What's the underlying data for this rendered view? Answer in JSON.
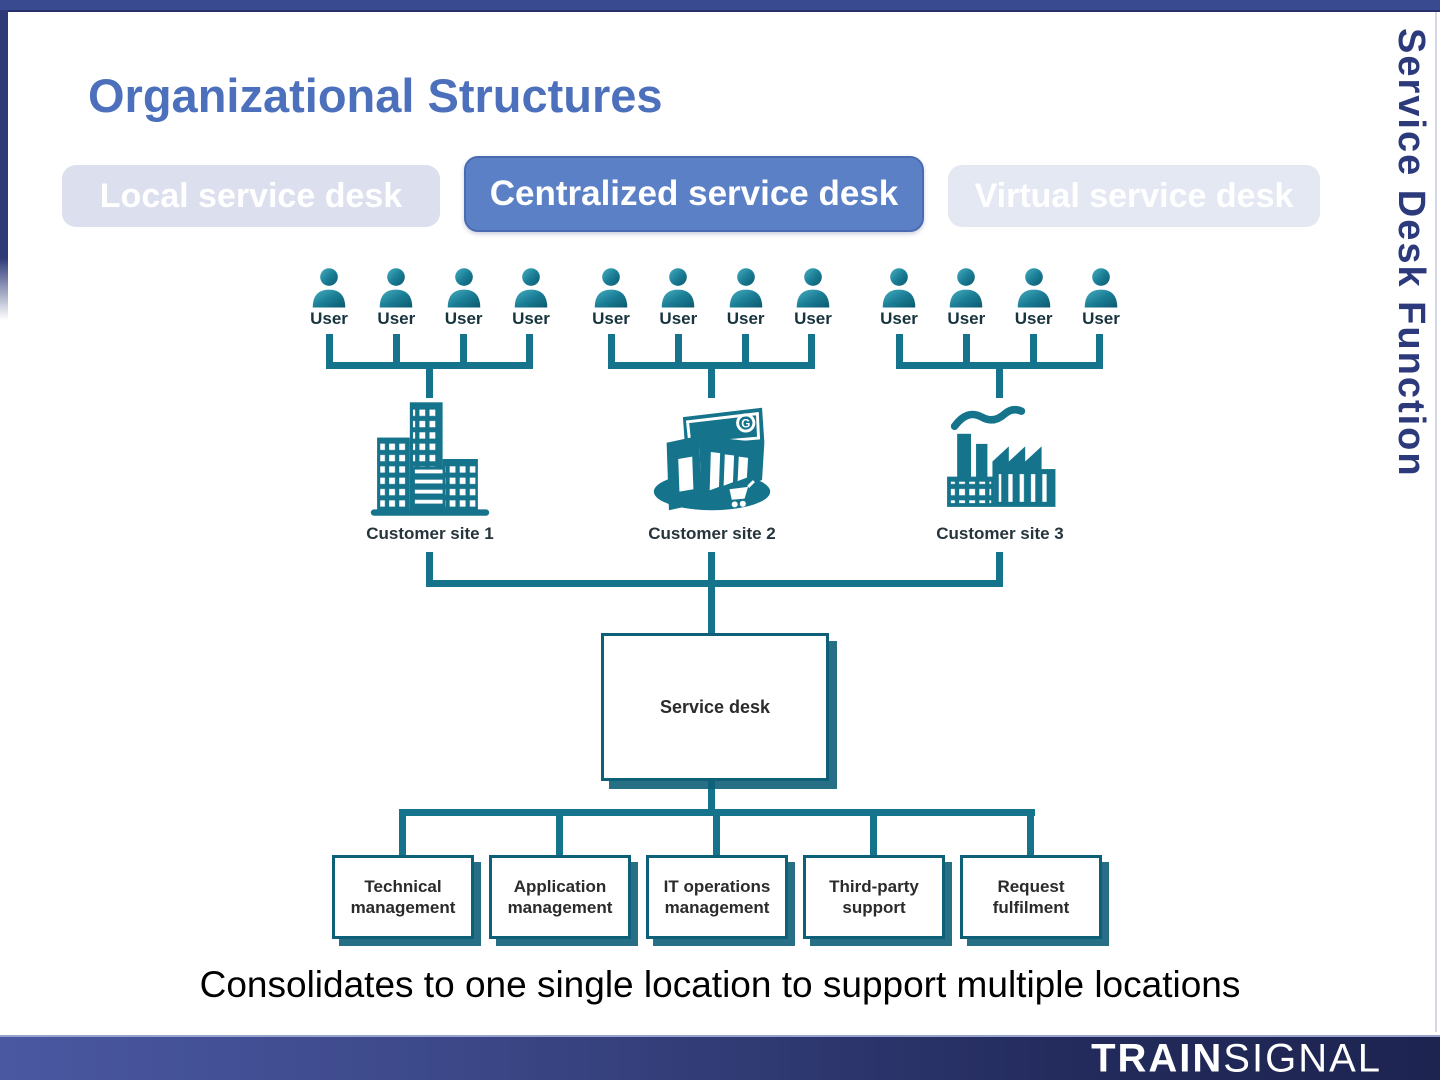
{
  "slide": {
    "title": "Organizational Structures",
    "sidebar_title": "Service Desk Function",
    "caption": "Consolidates to one single location to support multiple locations",
    "brand": {
      "part1": "TRAIN",
      "part2": "SIGNAL"
    }
  },
  "tabs": [
    {
      "label": "Local service desk",
      "active": false
    },
    {
      "label": "Centralized service desk",
      "active": true
    },
    {
      "label": "Virtual service desk",
      "active": false
    }
  ],
  "diagram": {
    "user_label": "User",
    "sites": [
      {
        "label": "Customer site 1",
        "icon": "city-buildings-icon"
      },
      {
        "label": "Customer site 2",
        "icon": "store-icon"
      },
      {
        "label": "Customer site 3",
        "icon": "factory-icon"
      }
    ],
    "service_desk_label": "Service desk",
    "functions": [
      "Technical management",
      "Application management",
      "IT operations management",
      "Third-party support",
      "Request fulfilment"
    ]
  },
  "colors": {
    "accent_teal": "#15748C",
    "box_border": "#0E5F78",
    "tab_active": "#5C80C6",
    "tab_inactive": "#DCE0EE",
    "title_blue": "#4C70BB",
    "navy": "#2C3A7B",
    "footer_left": "#4A58A2",
    "footer_right": "#1F274F"
  }
}
